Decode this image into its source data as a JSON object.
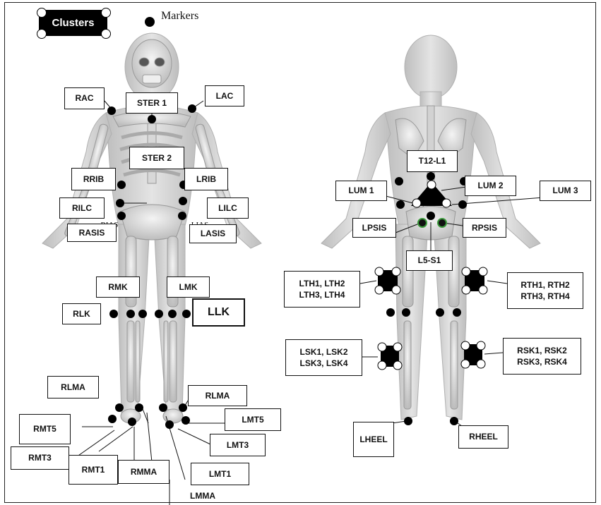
{
  "legend": {
    "clusters": "Clusters",
    "markers": "Markers"
  },
  "front_labels": {
    "rac": "RAC",
    "lac": "LAC",
    "ster1": "STER 1",
    "ster2": "STER 2",
    "rrib": "RRIB",
    "lrib": "LRIB",
    "rilc": "RILC",
    "lilc": "LILC",
    "rasis": "RASIS",
    "lasis": "LASIS",
    "rias": "RIAS",
    "lias": "LIAS",
    "rmk": "RMK",
    "lmk": "LMK",
    "rlk": "RLK",
    "llk": "LLK",
    "rlma_right": "RLMA",
    "rlma_left": "RLMA",
    "lmt5": "LMT5",
    "rmt5": "RMT5",
    "lmt3": "LMT3",
    "rmt3": "RMT3",
    "rmt1": "RMT1",
    "rmma": "RMMA",
    "lmt1": "LMT1",
    "lmma": "LMMA"
  },
  "back_labels": {
    "t12l1": "T12-L1",
    "lum1": "LUM 1",
    "lum2": "LUM 2",
    "lum3": "LUM 3",
    "lpsis": "LPSIS",
    "rpsis": "RPSIS",
    "l5s1": "L5-S1",
    "lth": "LTH1, LTH2\nLTH3, LTH4",
    "rth": "RTH1, RTH2\nRTH3, RTH4",
    "lsk": "LSK1, LSK2\nLSK3, LSK4",
    "rsk": "RSK1, RSK2\nRSK3, RSK4",
    "lheel": "LHEEL",
    "rheel": "RHEEL"
  },
  "colors": {
    "marker": "#000000",
    "bone": "#dcdcdc",
    "body": "#c9c9c9",
    "psis_marker": "#3c9a3c"
  }
}
